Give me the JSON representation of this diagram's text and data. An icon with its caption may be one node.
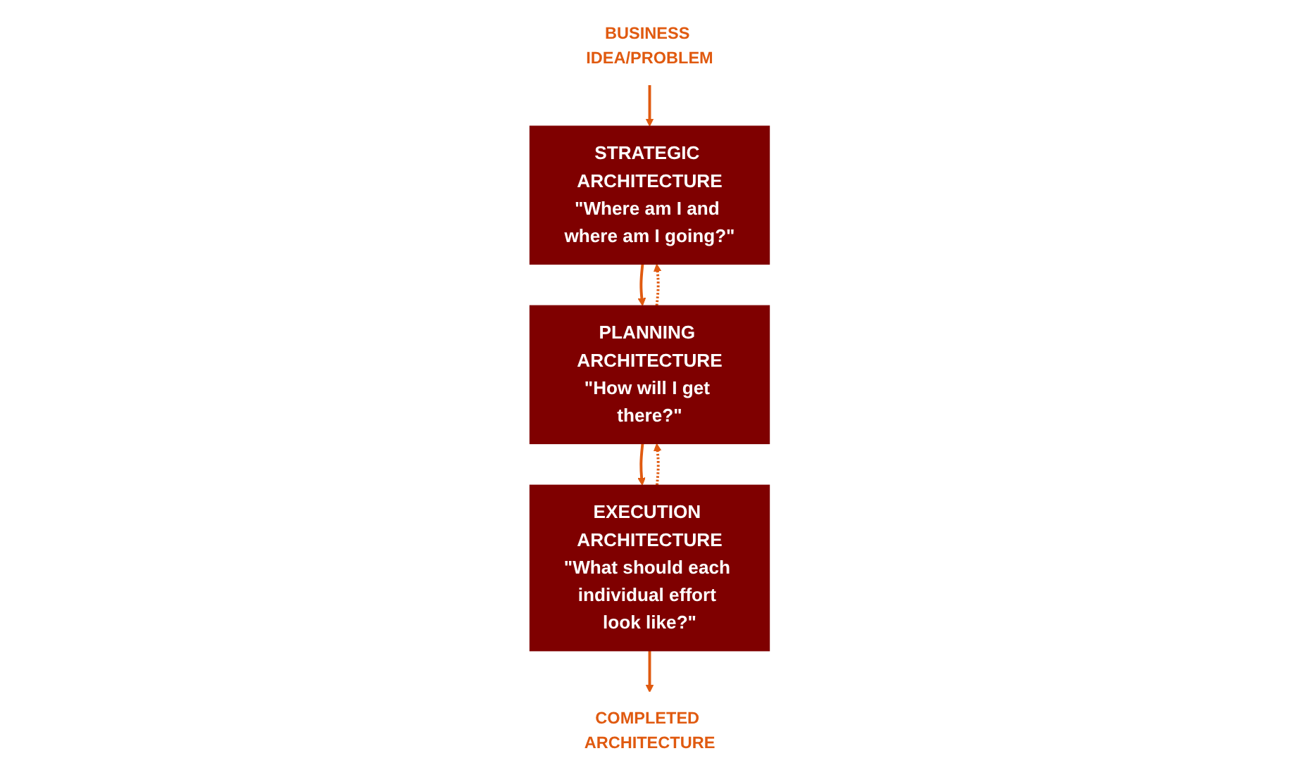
{
  "diagram": {
    "nodes": [
      {
        "text": [
          "BUSINESS IDEA/PROBLEM"
        ]
      },
      {
        "text": [
          "STRATEGIC ARCHITECTURE",
          "\"Where am I and where am I going?\""
        ]
      },
      {
        "text": [
          "PLANNING ARCHITECTURE",
          "\"How will I get there?\""
        ]
      },
      {
        "text": [
          "EXECUTION ARCHITECTURE",
          "\"What should each individual effort look like?\""
        ]
      },
      {
        "text": [
          "COMPLETED ARCHITECTURE"
        ]
      }
    ],
    "edges": [
      {
        "from": 0,
        "to": 1,
        "arrow": "to"
      },
      {
        "from": 1,
        "to": 2,
        "arrow": "to"
      },
      {
        "from": 2,
        "to": 1,
        "arrow": "to",
        "style": "dashed"
      },
      {
        "from": 2,
        "to": 3,
        "arrow": "to"
      },
      {
        "from": 3,
        "to": 2,
        "arrow": "to",
        "style": "dashed"
      },
      {
        "from": 3,
        "to": 4,
        "arrow": "to"
      }
    ]
  }
}
